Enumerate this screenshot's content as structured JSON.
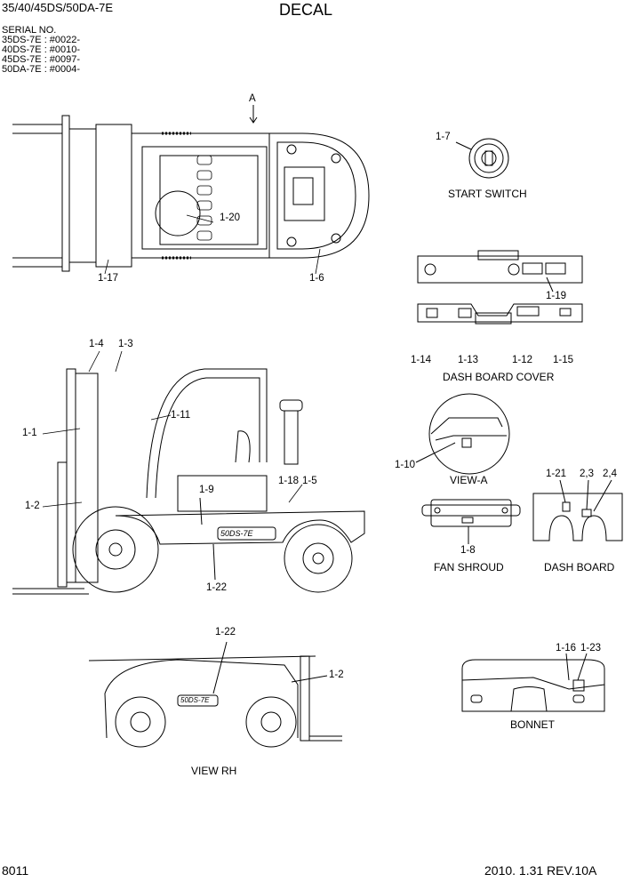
{
  "header": {
    "model": "35/40/45DS/50DA-7E",
    "title": "DECAL"
  },
  "serial": {
    "heading": "SERIAL NO.",
    "lines": [
      "35DS-7E : #0022-",
      "40DS-7E : #0010-",
      "45DS-7E : #0097-",
      "50DA-7E : #0004-"
    ]
  },
  "view_marker": "A",
  "labels": {
    "l1_1": "1-1",
    "l1_2a": "1-2",
    "l1_2b": "1-2",
    "l1_3": "1-3",
    "l1_4": "1-4",
    "l1_5": "1-5",
    "l1_6": "1-6",
    "l1_7": "1-7",
    "l1_8": "1-8",
    "l1_9": "1-9",
    "l1_10": "1-10",
    "l1_11": "1-11",
    "l1_12": "1-12",
    "l1_13": "1-13",
    "l1_14": "1-14",
    "l1_15": "1-15",
    "l1_16": "1-16",
    "l1_17": "1-17",
    "l1_18": "1-18",
    "l1_19": "1-19",
    "l1_20": "1-20",
    "l1_21": "1-21",
    "l1_22a": "1-22",
    "l1_22b": "1-22",
    "l1_23": "1-23",
    "l2_3": "2,3",
    "l2_4": "2,4"
  },
  "captions": {
    "start_switch": "START SWITCH",
    "dash_board_cover": "DASH BOARD COVER",
    "view_a": "VIEW-A",
    "fan_shroud": "FAN SHROUD",
    "dash_board": "DASH BOARD",
    "bonnet": "BONNET",
    "view_rh": "VIEW RH"
  },
  "side_badge": "50DS-7E",
  "footer": {
    "page": "8011",
    "revision": "2010. 1.31  REV.10A"
  }
}
